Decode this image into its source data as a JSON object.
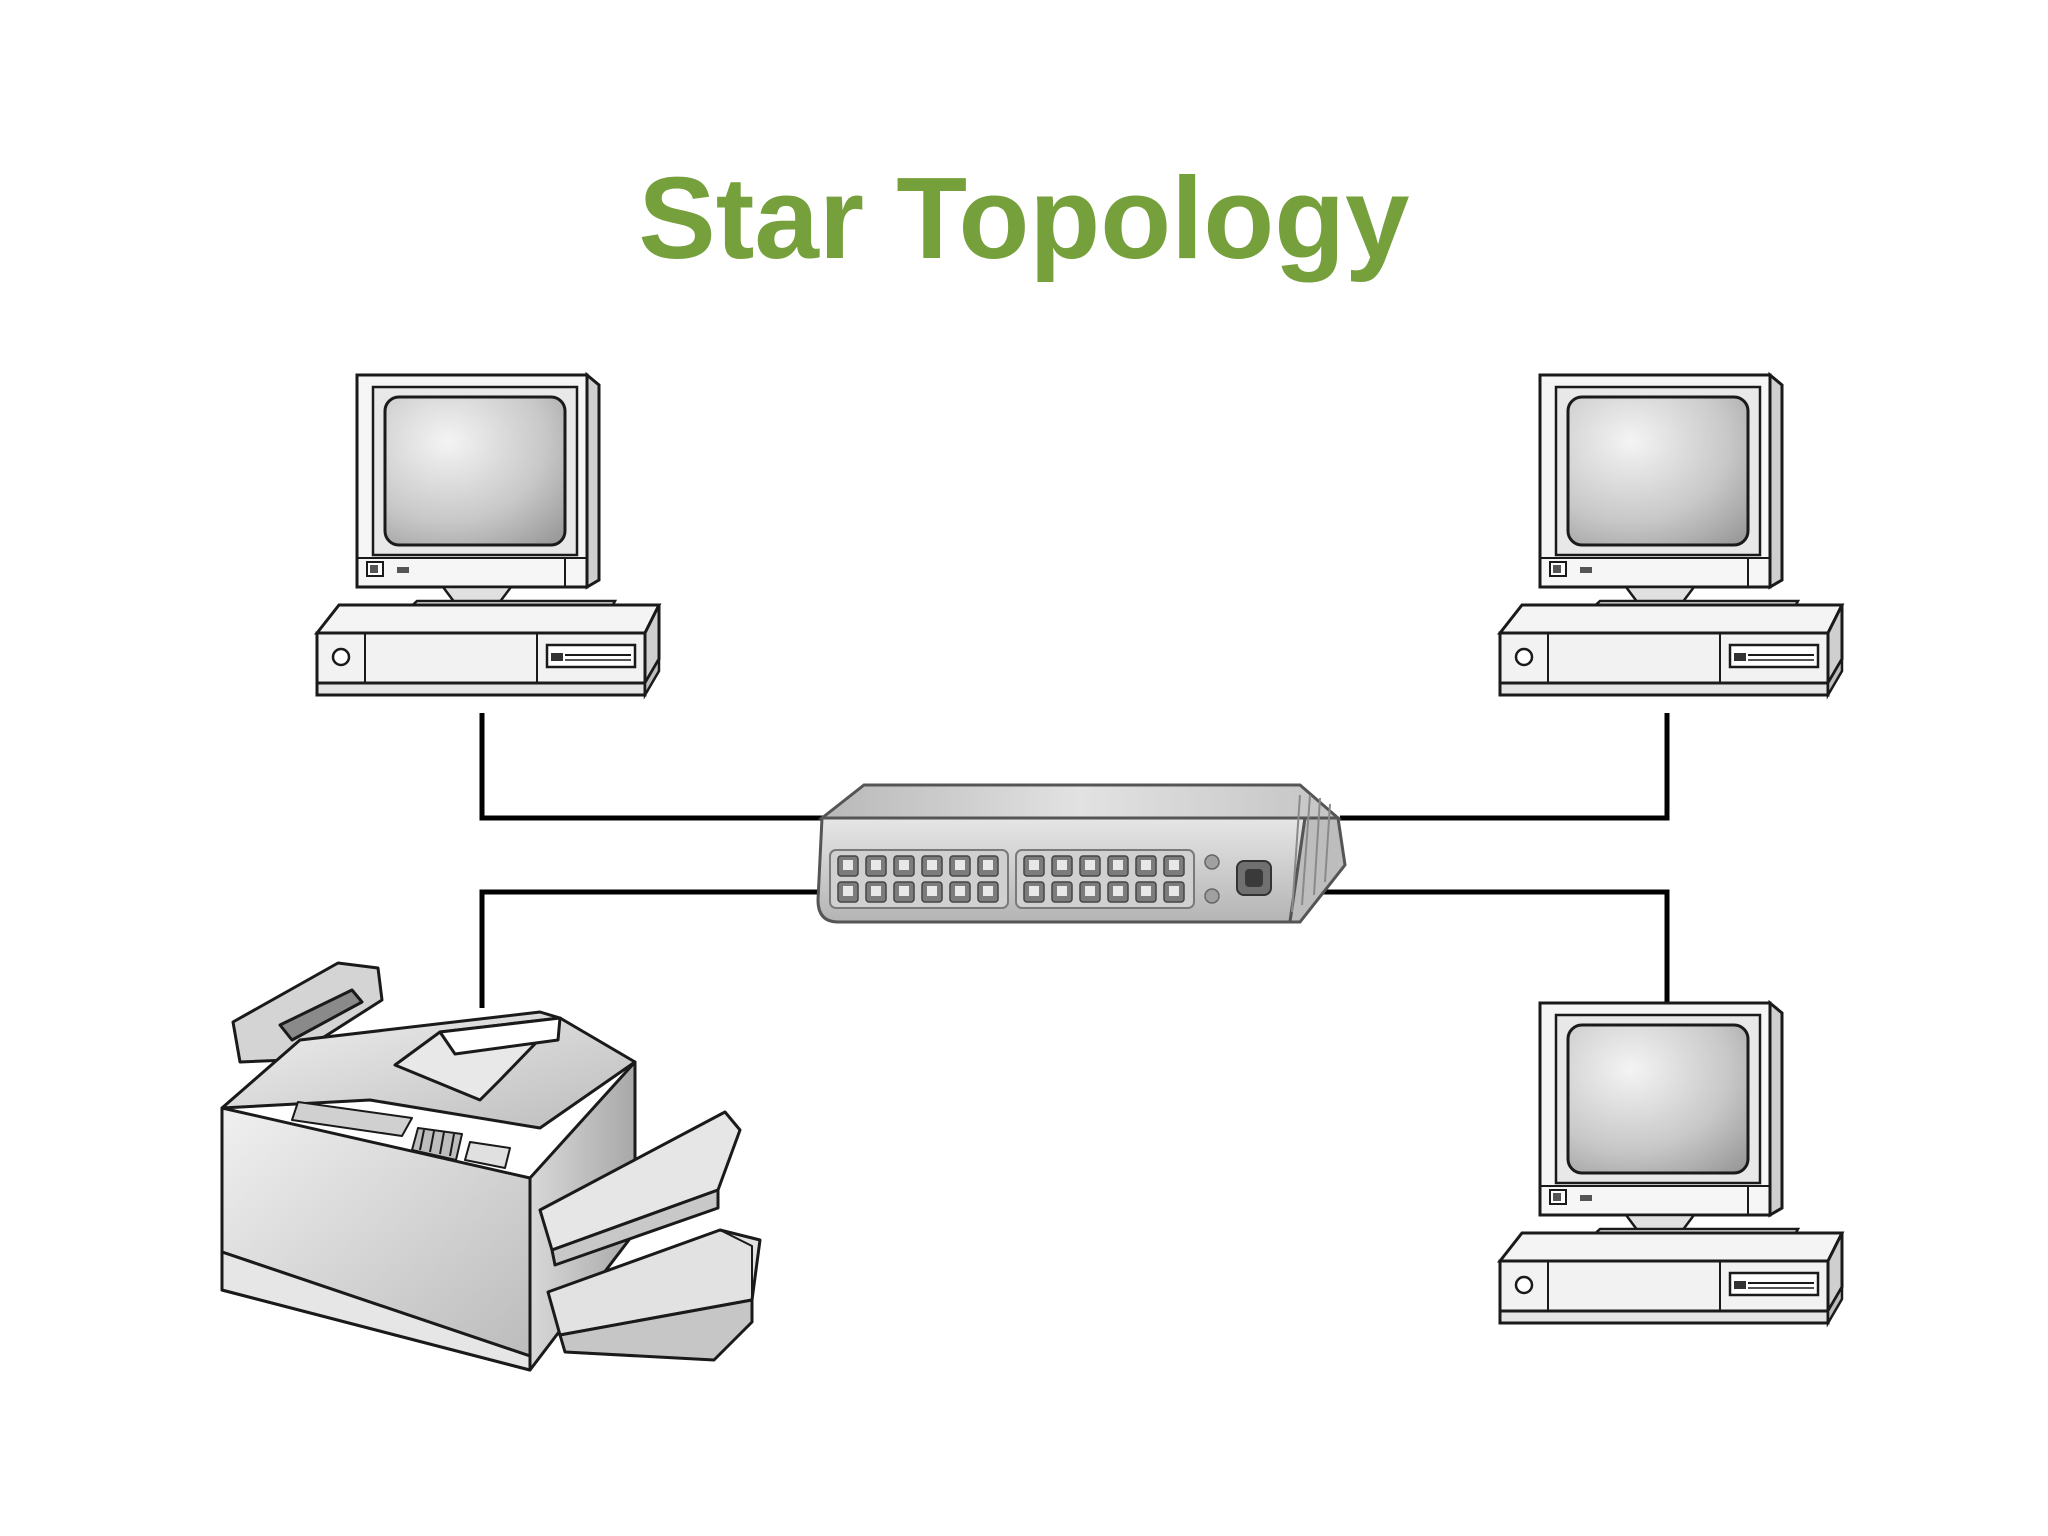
{
  "title": "Star Topology",
  "colors": {
    "title": "#76a03c",
    "cable": "#000000",
    "device_outline": "#1a1a1a",
    "screen_light": "#f4f4f4",
    "screen_dark": "#9a9a9a",
    "hub_light": "#dcdcdc",
    "hub_dark": "#a8a8a8"
  },
  "nodes": [
    {
      "id": "computer-top-left",
      "type": "computer"
    },
    {
      "id": "computer-top-right",
      "type": "computer"
    },
    {
      "id": "computer-bottom-right",
      "type": "computer"
    },
    {
      "id": "printer-bottom-left",
      "type": "printer"
    }
  ],
  "hub": {
    "id": "central-hub",
    "type": "hub",
    "port_count": 24
  },
  "links": [
    {
      "from": "computer-top-left",
      "to": "central-hub"
    },
    {
      "from": "computer-top-right",
      "to": "central-hub"
    },
    {
      "from": "computer-bottom-right",
      "to": "central-hub"
    },
    {
      "from": "printer-bottom-left",
      "to": "central-hub"
    }
  ]
}
